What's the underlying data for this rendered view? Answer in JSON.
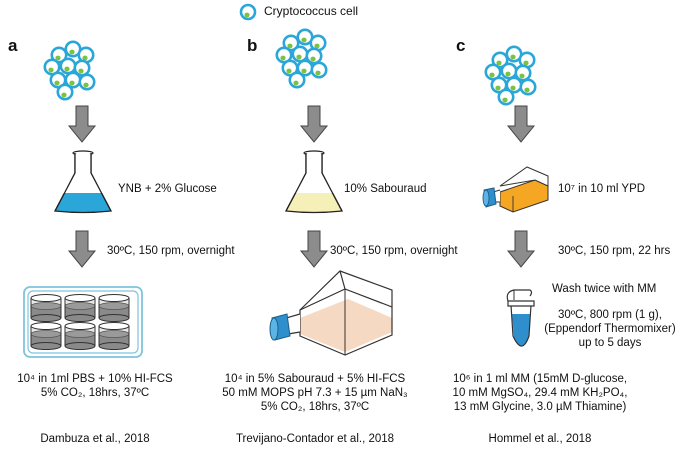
{
  "legend": {
    "label": "Cryptococcus cell"
  },
  "colors": {
    "cell_ring": "#2aa7d8",
    "cell_dot": "#7cc242",
    "arrow": "#8c8c8c",
    "ynb_liquid": "#2aa7d8",
    "sabouraud_liquid": "#f4f0b8",
    "ypd_liquid": "#f5a623",
    "plate": "#7fc4df",
    "plate_liquid": "#8a8a8a",
    "cap_blue": "#2f8fcc",
    "flask_medium": "#f6d9c2"
  },
  "panels": {
    "a": {
      "letter": "a",
      "medium": "YNB + 2% Glucose",
      "incubation": "30ºC, 150 rpm, overnight",
      "condition_lines": [
        "10⁴ in 1ml PBS + 10% HI-FCS",
        "5% CO₂, 18hrs, 37ºC"
      ],
      "reference": "Dambuza et al., 2018"
    },
    "b": {
      "letter": "b",
      "medium": "10% Sabouraud",
      "incubation": "30ºC, 150 rpm, overnight",
      "condition_lines": [
        "10⁴ in 5% Sabouraud + 5% HI-FCS",
        "50 mM MOPS pH 7.3 + 15 µm NaN₃",
        "5% CO₂, 18hrs, 37ºC"
      ],
      "reference": "Trevijano-Contador et al., 2018"
    },
    "c": {
      "letter": "c",
      "medium": "10⁷ in 10 ml YPD",
      "incubation": "30ºC, 150 rpm, 22 hrs",
      "wash": "Wash twice with MM",
      "thermomixer_lines": [
        "30ºC, 800 rpm (1 g),",
        "(Eppendorf Thermomixer)",
        "up to 5 days"
      ],
      "condition_lines": [
        "10⁶ in 1 ml MM (15mM D-glucose,",
        "10 mM MgSO₄, 29.4 mM KH₂PO₄,",
        "13 mM Glycine, 3.0 µM Thiamine)"
      ],
      "reference": "Hommel et al., 2018"
    }
  }
}
